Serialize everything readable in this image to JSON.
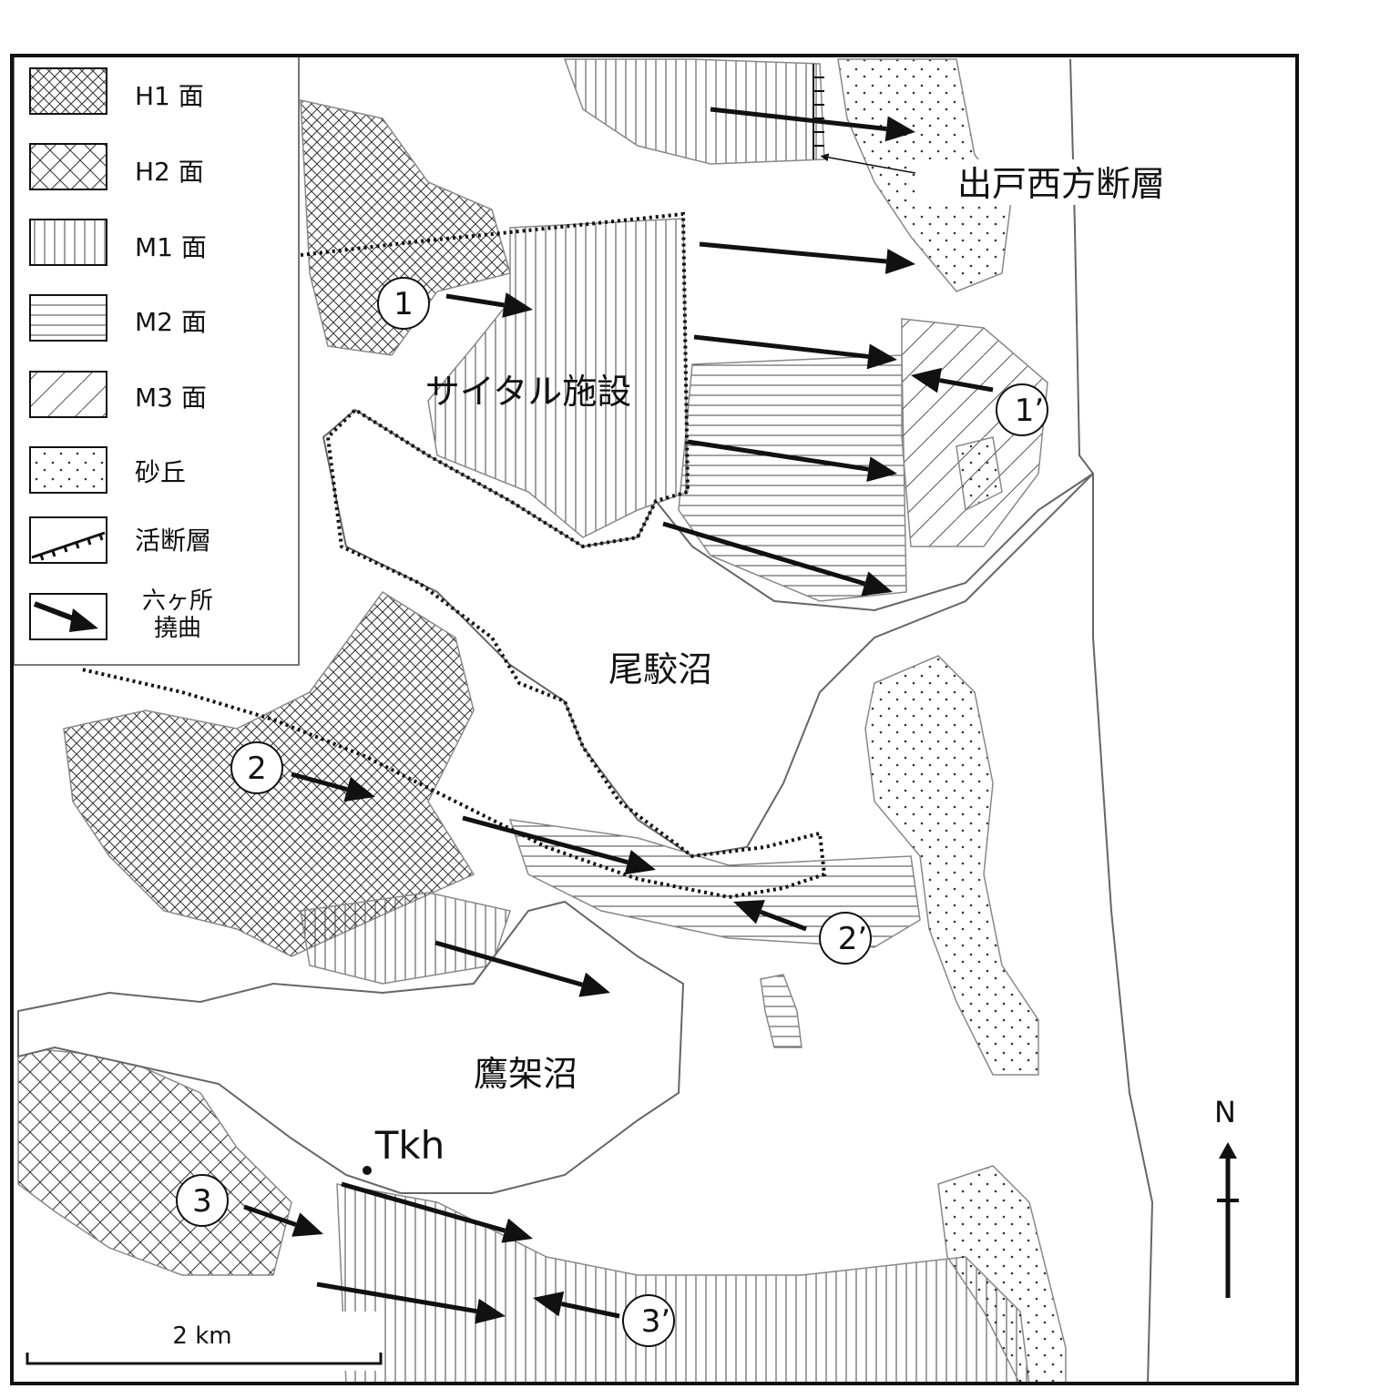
{
  "legend": [
    {
      "key": "h1",
      "label": "H1 面",
      "pattern": "fine-crosshatch"
    },
    {
      "key": "h2",
      "label": "H2 面",
      "pattern": "coarse-crosshatch"
    },
    {
      "key": "m1",
      "label": "M1 面",
      "pattern": "vertical-lines"
    },
    {
      "key": "m2",
      "label": "M2 面",
      "pattern": "horizontal-lines"
    },
    {
      "key": "m3",
      "label": "M3 面",
      "pattern": "diagonal-lines"
    },
    {
      "key": "dune",
      "label": "砂丘",
      "pattern": "dots"
    },
    {
      "key": "fault",
      "label": "活断層",
      "pattern": "fault-line"
    },
    {
      "key": "flexure",
      "label_line1": "六ヶ所",
      "label_line2": "撓曲",
      "pattern": "arrow"
    }
  ],
  "places": {
    "fault_name": "出戸西方断層",
    "facility": "サイタル施設",
    "lake_obuchi": "尾駮沼",
    "lake_takahoko": "鷹架沼",
    "point": "Tkh"
  },
  "profiles": {
    "p1": "1",
    "p1b": "1’",
    "p2": "2",
    "p2b": "2’",
    "p3": "3",
    "p3b": "3’"
  },
  "north_label": "N",
  "scale_label": "2 km",
  "colors": {
    "ink": "#111111",
    "outline": "#888888",
    "background": "#ffffff"
  }
}
